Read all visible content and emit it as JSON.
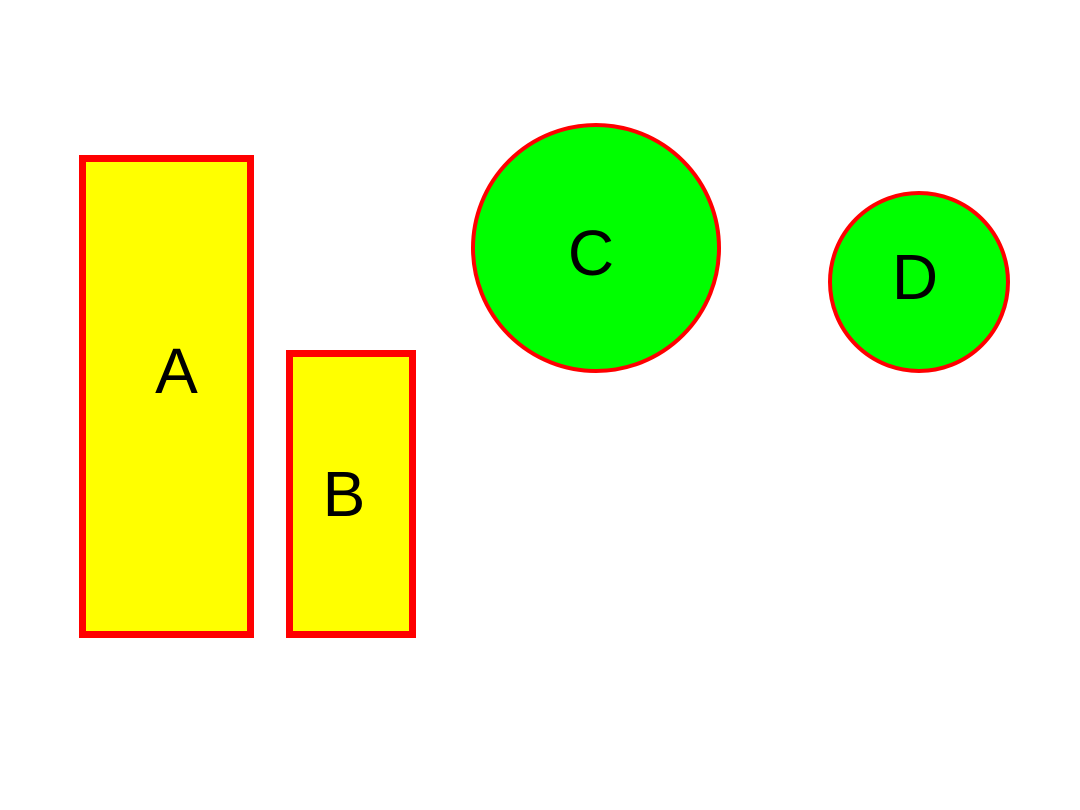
{
  "shapes": {
    "a": {
      "label": "A",
      "kind": "rectangle",
      "fill": "#ffff00",
      "stroke": "#ff0000"
    },
    "b": {
      "label": "B",
      "kind": "rectangle",
      "fill": "#ffff00",
      "stroke": "#ff0000"
    },
    "c": {
      "label": "C",
      "kind": "circle",
      "fill": "#00ff00",
      "stroke": "#ff0000"
    },
    "d": {
      "label": "D",
      "kind": "circle",
      "fill": "#00ff00",
      "stroke": "#ff0000"
    }
  }
}
